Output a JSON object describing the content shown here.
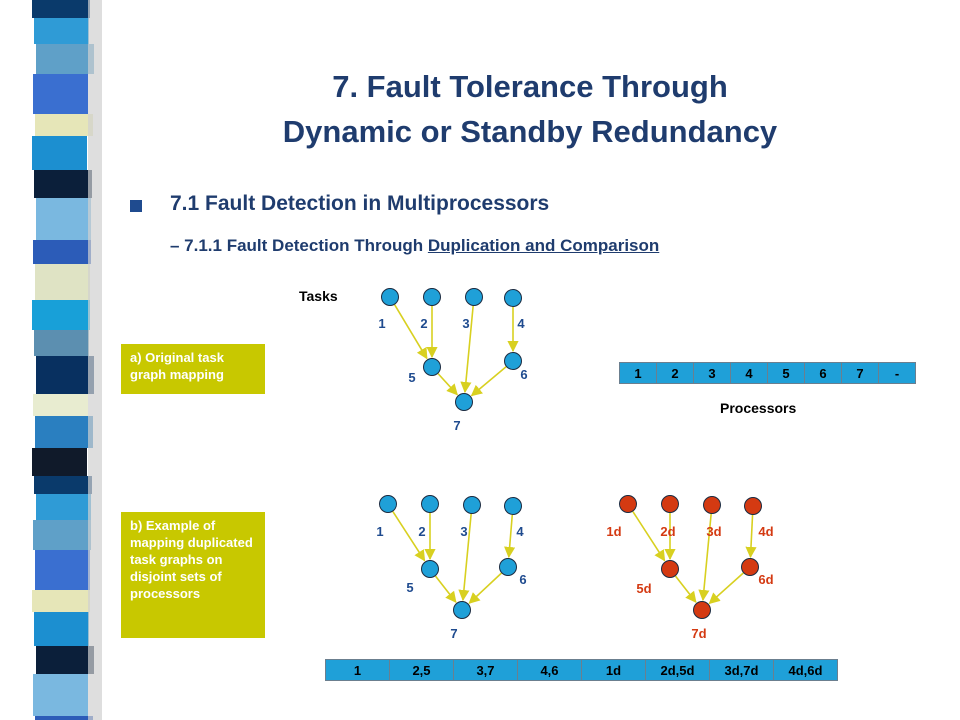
{
  "title": {
    "line1": "7. Fault Tolerance Through",
    "line2": "Dynamic or Standby Redundancy"
  },
  "section": {
    "heading": "7.1 Fault Detection in Multiprocessors",
    "sub_prefix": "– 7.1.1 Fault Detection Through ",
    "sub_underlined": "Duplication and Comparison"
  },
  "labels": {
    "tasks": "Tasks",
    "processors": "Processors"
  },
  "boxes": {
    "a": "a) Original task graph mapping",
    "b": "b) Example of mapping duplicated task graphs on disjoint sets of processors"
  },
  "graph_a_labels": [
    "1",
    "2",
    "3",
    "4",
    "5",
    "6",
    "7"
  ],
  "graph_b1_labels": [
    "1",
    "2",
    "3",
    "4",
    "5",
    "6",
    "7"
  ],
  "graph_b2_labels": [
    "1d",
    "2d",
    "3d",
    "4d",
    "5d",
    "6d",
    "7d"
  ],
  "processors_a": [
    "1",
    "2",
    "3",
    "4",
    "5",
    "6",
    "7",
    "-"
  ],
  "processors_b": [
    "1",
    "2,5",
    "3,7",
    "4,6",
    "1d",
    "2d,5d",
    "3d,7d",
    "4d,6d"
  ],
  "colors": {
    "title": "#1f3c6e",
    "node_blue": "#1fa0d8",
    "node_red": "#d43a12",
    "label_red": "#d43a12",
    "label_blue": "#1f4b8f",
    "edge": "#d8d020",
    "box": "#c8c800",
    "cell": "#1fa0d8"
  }
}
